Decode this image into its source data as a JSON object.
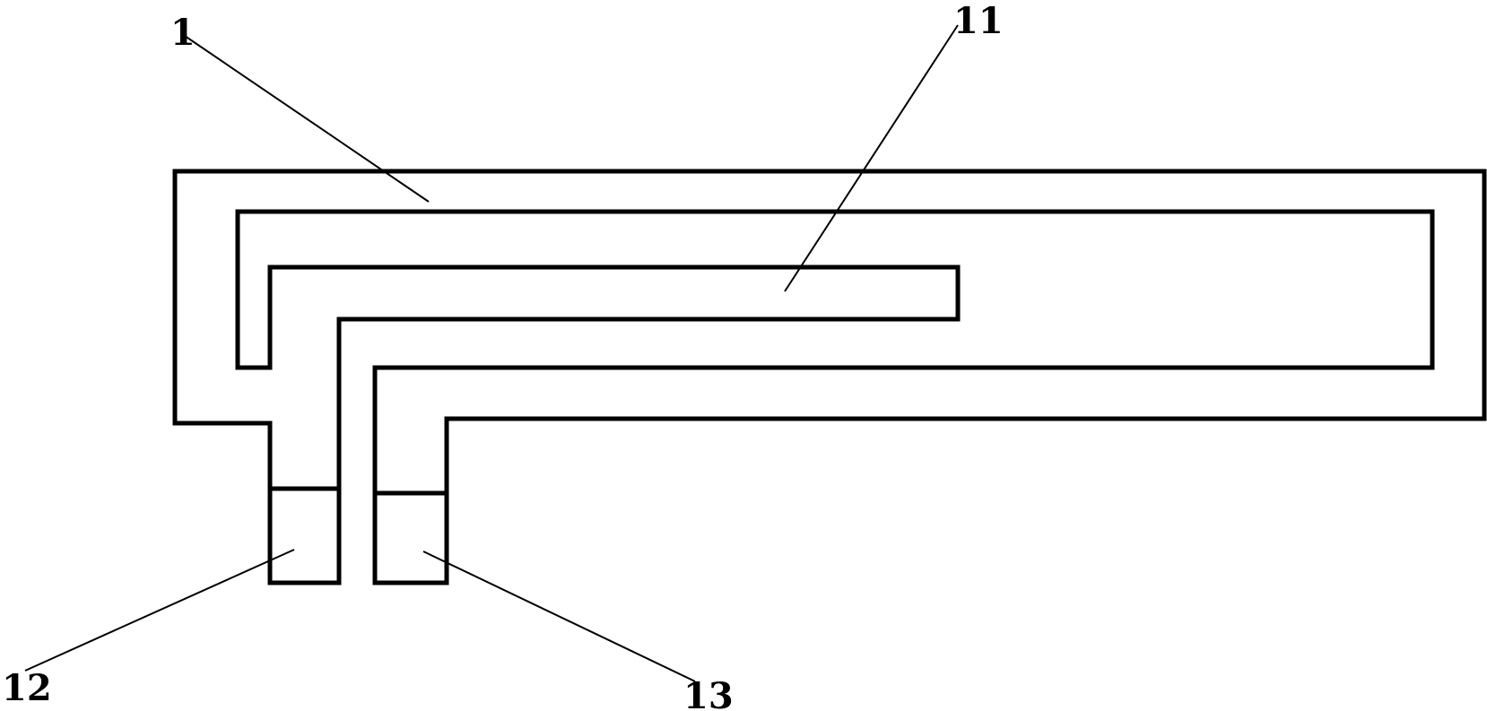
{
  "figure": {
    "labels": {
      "antenna_body": "1",
      "inner_branch": "11",
      "feed_pad_left": "12",
      "feed_pad_right": "13"
    },
    "colors": {
      "stroke": "#000000",
      "background": "#ffffff"
    }
  }
}
